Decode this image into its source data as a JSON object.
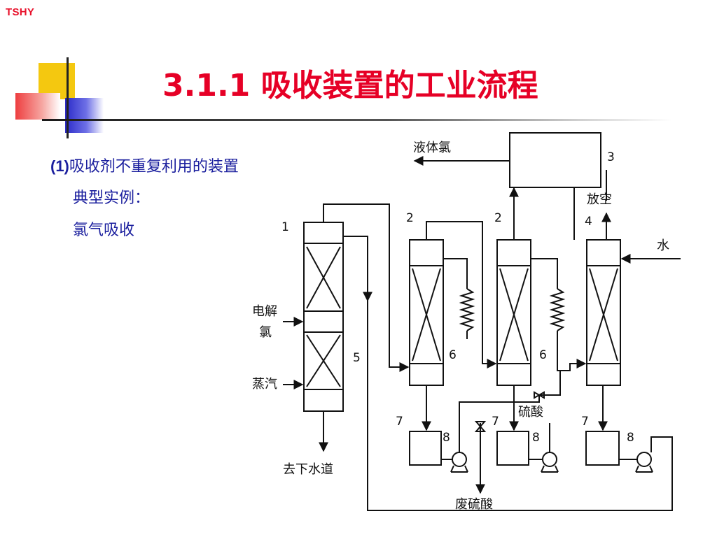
{
  "brand": "TSHY",
  "title": "3.1.1 吸收装置的工业流程",
  "content": {
    "item_number": "(1)",
    "item_text": "吸收剂不重复利用的装置",
    "example_label": "典型实例：",
    "example_value": "氯气吸收"
  },
  "diagram": {
    "liquid_chlorine": "液体氯",
    "vent": "放空",
    "water": "水",
    "electrolytic_chlorine_1": "电解",
    "electrolytic_chlorine_2": "氯",
    "steam": "蒸汽",
    "to_sewer": "去下水道",
    "sulfuric_acid": "硫酸",
    "waste_sulfuric_acid": "废硫酸",
    "tags": {
      "t1": "1",
      "t2a": "2",
      "t2b": "2",
      "t3": "3",
      "t4": "4",
      "t5": "5",
      "t6a": "6",
      "t6b": "6",
      "t7a": "7",
      "t7b": "7",
      "t7c": "7",
      "t8a": "8",
      "t8b": "8",
      "t8c": "8"
    }
  }
}
